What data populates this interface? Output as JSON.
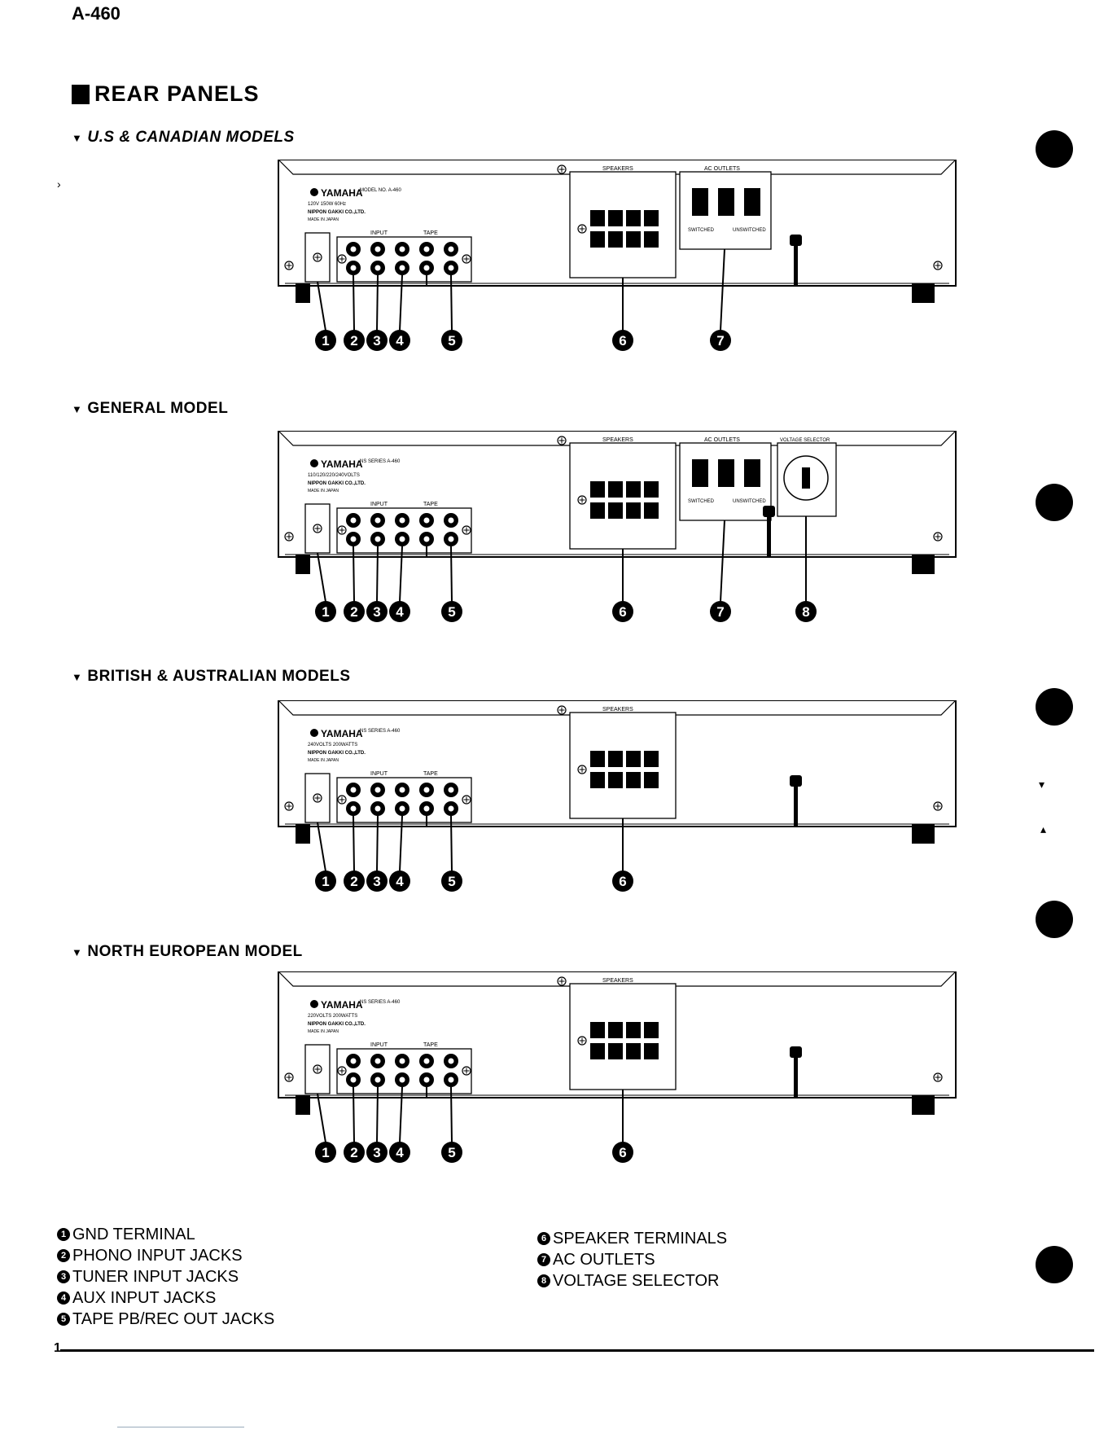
{
  "header": {
    "doc_id": "A-460"
  },
  "section": {
    "title": "REAR PANELS"
  },
  "models": [
    {
      "heading": "U.S & CANADIAN MODELS",
      "callouts": [
        "1",
        "2",
        "3",
        "4",
        "5",
        "6",
        "7"
      ],
      "brand": "YAMAHA",
      "series": "MODEL NO. A-460",
      "line1": "120V 150W 60Hz",
      "maker": "NIPPON GAKKI CO.,LTD.",
      "origin": "MADE IN JAPAN"
    },
    {
      "heading": "GENERAL MODEL",
      "callouts": [
        "1",
        "2",
        "3",
        "4",
        "5",
        "6",
        "7",
        "8"
      ],
      "brand": "YAMAHA",
      "series": "NS SERIES A-460",
      "line1": "110/120/220/240VOLTS",
      "maker": "NIPPON GAKKI CO.,LTD.",
      "origin": "MADE IN JAPAN"
    },
    {
      "heading": "BRITISH & AUSTRALIAN MODELS",
      "callouts": [
        "1",
        "2",
        "3",
        "4",
        "5",
        "6"
      ],
      "brand": "YAMAHA",
      "series": "NS SERIES A-460",
      "line1": "240VOLTS 200WATTS",
      "maker": "NIPPON GAKKI CO.,LTD.",
      "origin": "MADE IN JAPAN"
    },
    {
      "heading": "NORTH EUROPEAN MODEL",
      "callouts": [
        "1",
        "2",
        "3",
        "4",
        "5",
        "6"
      ],
      "brand": "YAMAHA",
      "series": "NS SERIES A-460",
      "line1": "220VOLTS 200WATTS",
      "maker": "NIPPON GAKKI CO.,LTD.",
      "origin": "MADE IN JAPAN"
    }
  ],
  "panel_labels": {
    "speakers": "SPEAKERS",
    "ac_outlets": "AC OUTLETS",
    "voltage_selector": "VOLTAGE SELECTOR",
    "input": "INPUT",
    "tape": "TAPE",
    "switched": "SWITCHED",
    "unswitched": "UNSWITCHED"
  },
  "legend": {
    "left": [
      {
        "num": "1",
        "text": "GND TERMINAL"
      },
      {
        "num": "2",
        "text": "PHONO INPUT JACKS"
      },
      {
        "num": "3",
        "text": "TUNER INPUT JACKS"
      },
      {
        "num": "4",
        "text": "AUX INPUT JACKS"
      },
      {
        "num": "5",
        "text": "TAPE PB/REC OUT JACKS"
      }
    ],
    "right": [
      {
        "num": "6",
        "text": "SPEAKER TERMINALS"
      },
      {
        "num": "7",
        "text": "AC OUTLETS"
      },
      {
        "num": "8",
        "text": "VOLTAGE SELECTOR"
      }
    ]
  },
  "footer": {
    "page_number": "1"
  }
}
